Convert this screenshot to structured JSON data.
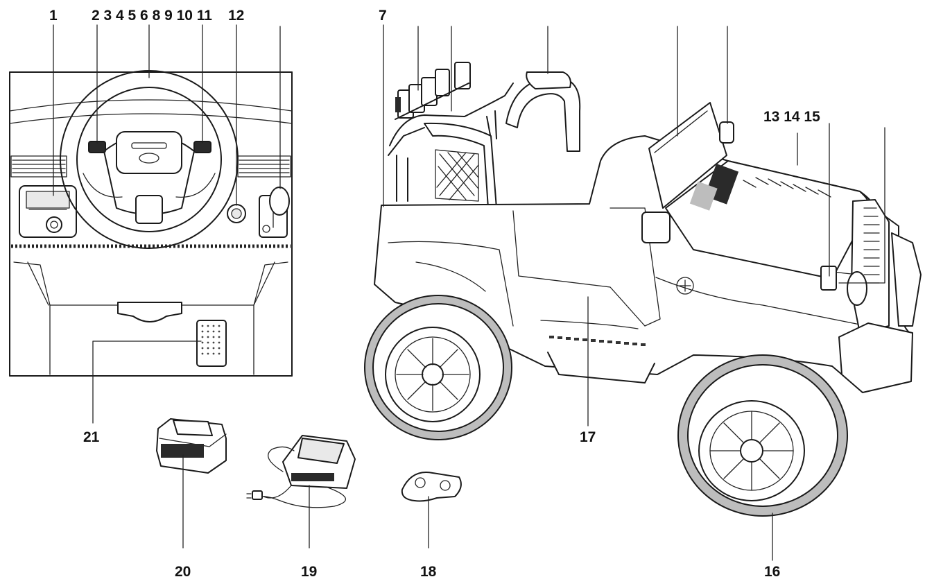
{
  "labels": {
    "l1": "1",
    "l_top_group": "2 3 4 5 6 8 9 10 11",
    "l12": "12",
    "l7": "7",
    "l13_14_15": "13 14 15",
    "l16": "16",
    "l17": "17",
    "l18": "18",
    "l19": "19",
    "l20": "20",
    "l21": "21"
  }
}
